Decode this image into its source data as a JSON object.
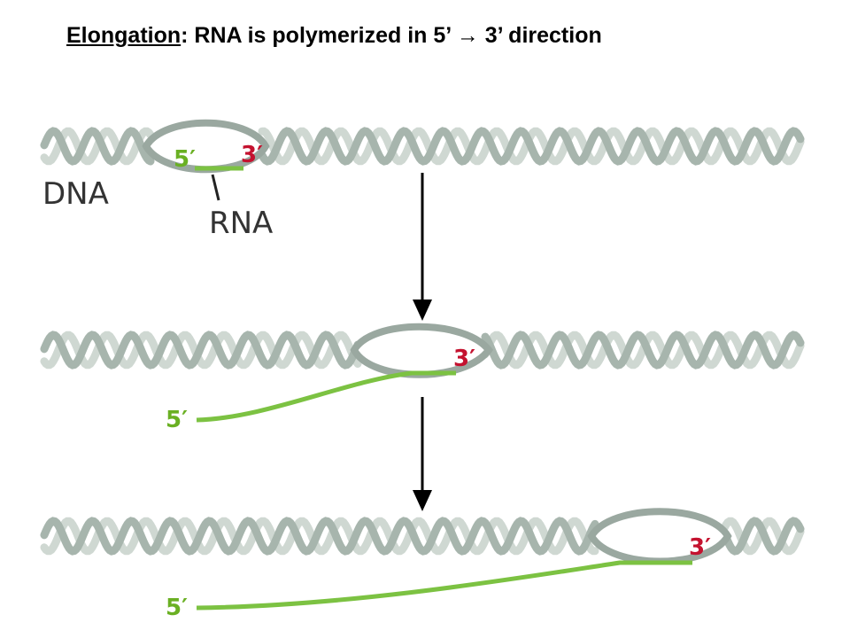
{
  "title": {
    "underlined": "Elongation",
    "rest": ": RNA is polymerized in 5’ ",
    "arrow": "→",
    "end": " 3’ direction"
  },
  "labels": {
    "dna": "DNA",
    "rna": "RNA",
    "five_prime": "5′",
    "three_prime": "3′"
  },
  "colors": {
    "dna_light": "#cfd8d2",
    "dna_dark": "#a7b5ad",
    "bubble": "#9aa8a0",
    "rna": "#7cc242",
    "five_prime": "#6ab023",
    "three_prime": "#c4122f",
    "arrow": "#000000"
  }
}
